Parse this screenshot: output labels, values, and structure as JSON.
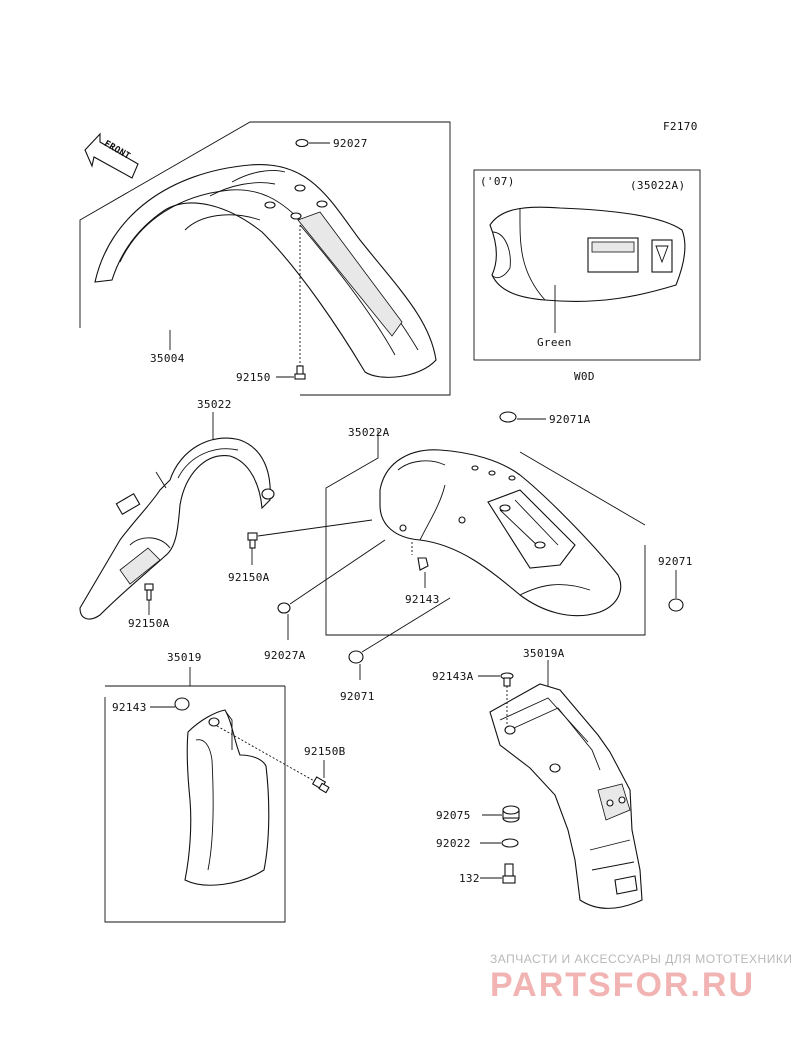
{
  "diagram_code": "F2170",
  "front_label": "FRONT",
  "variant_box": {
    "year": "('07)",
    "part": "(35022A)",
    "color": "Green",
    "footer": "W0D"
  },
  "labels": {
    "p92027": "92027",
    "p35004": "35004",
    "p92150_top": "92150",
    "p35022": "35022",
    "p35022A": "35022A",
    "p92071A": "92071A",
    "p92150A_mid": "92150A",
    "p92150A_low": "92150A",
    "p92143_mid": "92143",
    "p92071_right": "92071",
    "p92027A": "92027A",
    "p92071_low": "92071",
    "p35019": "35019",
    "p92143_left": "92143",
    "p92150B": "92150B",
    "p92143A": "92143A",
    "p35019A": "35019A",
    "p92075": "92075",
    "p92022": "92022",
    "p132": "132"
  },
  "watermark": {
    "subtitle": "ЗАПЧАСТИ И АКСЕССУАРЫ ДЛЯ МОТОТЕХНИКИ",
    "brand": "PARTSFOR.RU"
  }
}
